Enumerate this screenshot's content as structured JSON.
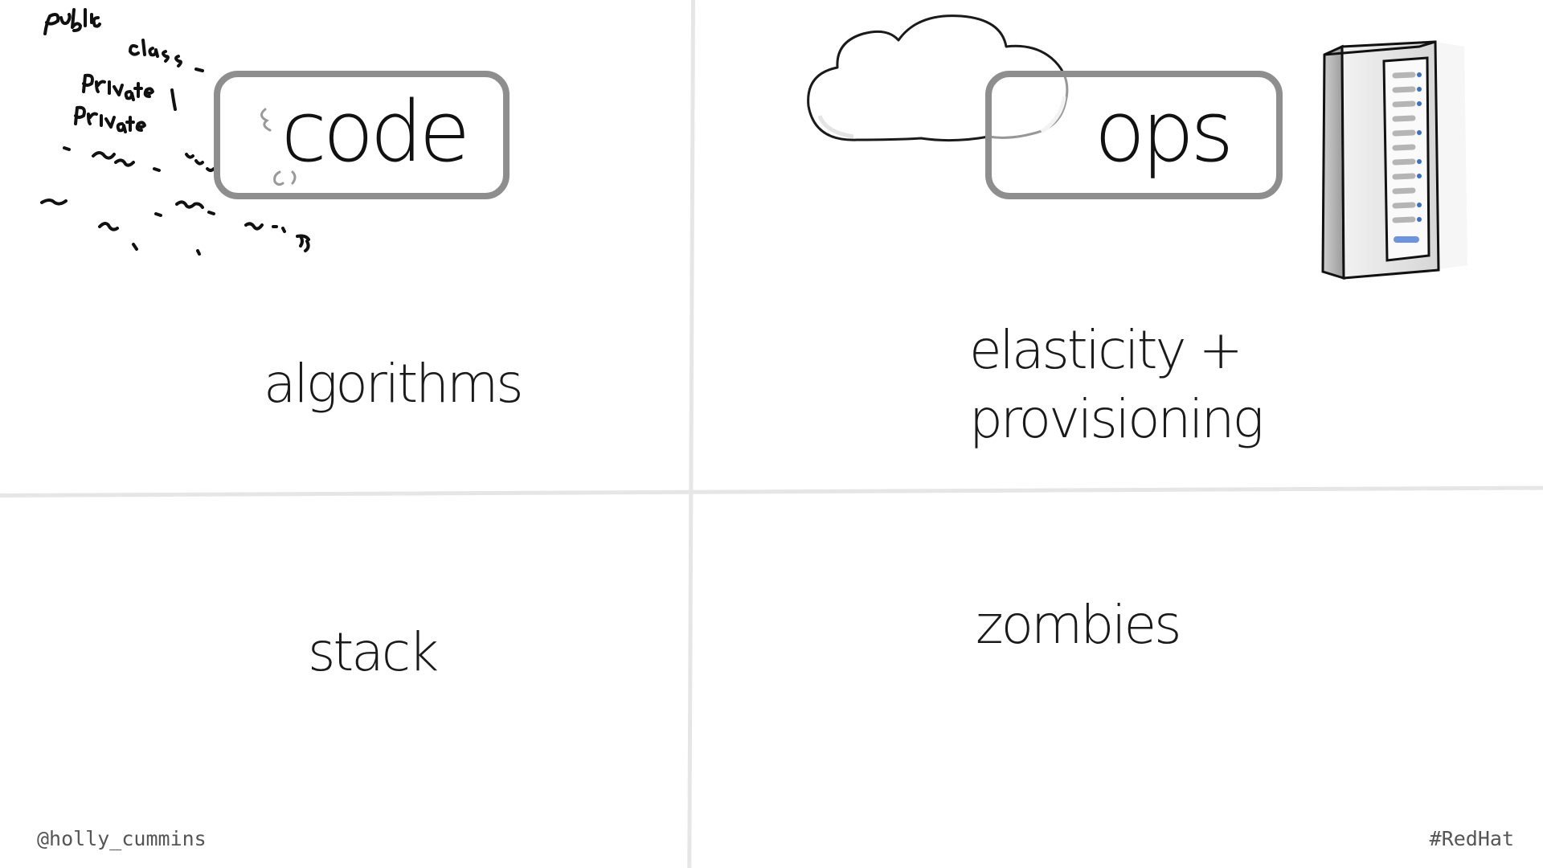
{
  "slide": {
    "labels": {
      "code": "code",
      "ops": "ops"
    },
    "topics": {
      "algorithms": "algorithms",
      "elasticity": "elasticity +",
      "provisioning": "provisioning",
      "stack": "stack",
      "zombies": "zombies"
    },
    "footer": {
      "handle": "@holly_cummins",
      "hashtag": "#RedHat"
    }
  },
  "sketches": {
    "code_scribble": "public class private private",
    "icons": [
      "code-scribble-icon",
      "cloud-icon",
      "server-rack-icon"
    ]
  },
  "colors": {
    "background": "#ffffff",
    "divider": "#e6e6e6",
    "box_border": "#8e8e8e",
    "text": "#1a1a1a",
    "footer_text": "#555555",
    "server_light": "#3a6fd0"
  }
}
